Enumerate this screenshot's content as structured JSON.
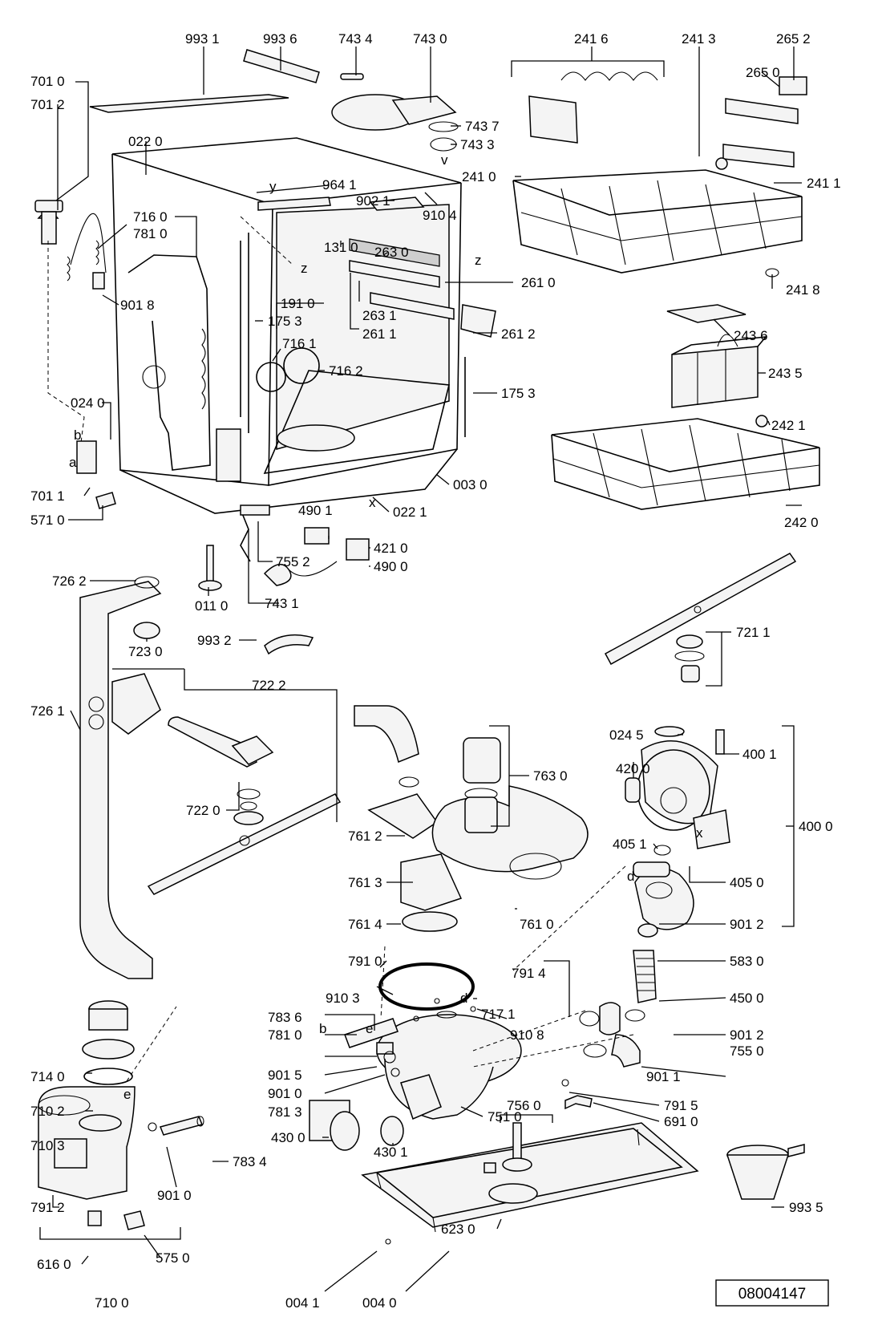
{
  "diagram_ref": "08004147",
  "letters": {
    "z": "z",
    "x": "x",
    "v": "v",
    "y": "y",
    "b": "b",
    "a": "a",
    "d": "d",
    "e": "e"
  },
  "labels": {
    "l_993_1": "993 1",
    "l_993_6": "993 6",
    "l_743_4": "743 4",
    "l_743_0": "743 0",
    "l_241_6": "241 6",
    "l_241_3": "241 3",
    "l_265_2": "265 2",
    "l_265_0": "265 0",
    "l_701_0": "701 0",
    "l_701_2": "701 2",
    "l_022_0": "022 0",
    "l_743_7": "743 7",
    "l_743_3": "743 3",
    "l_241_1": "241 1",
    "l_241_0": "241 0",
    "l_964_1": "964 1",
    "l_902_1": "902 1",
    "l_910_4": "910 4",
    "l_716_0": "716 0",
    "l_781_0a": "781 0",
    "l_131_0": "131 0",
    "l_263_0": "263 0",
    "l_241_8": "241 8",
    "l_261_0": "261 0",
    "l_901_8": "901 8",
    "l_191_0": "191 0",
    "l_175_3a": "175 3",
    "l_263_1": "263 1",
    "l_261_1": "261 1",
    "l_261_2": "261 2",
    "l_243_6": "243 6",
    "l_716_1": "716 1",
    "l_716_2": "716 2",
    "l_243_5": "243 5",
    "l_175_3b": "175 3",
    "l_024_0": "024 0",
    "l_242_1": "242 1",
    "l_003_0": "003 0",
    "l_701_1": "701 1",
    "l_571_0": "571 0",
    "l_022_1": "022 1",
    "l_490_1": "490 1",
    "l_421_0": "421 0",
    "l_490_0": "490 0",
    "l_242_0": "242 0",
    "l_726_2": "726 2",
    "l_755_2": "755 2",
    "l_011_0": "011 0",
    "l_743_1": "743 1",
    "l_721_1": "721 1",
    "l_723_0": "723 0",
    "l_993_2": "993 2",
    "l_722_2": "722 2",
    "l_726_1": "726 1",
    "l_024_5": "024 5",
    "l_400_1": "400 1",
    "l_763_0": "763 0",
    "l_420_0": "420 0",
    "l_722_0": "722 0",
    "l_400_0": "400 0",
    "l_761_2": "761 2",
    "l_405_1": "405 1",
    "l_761_3": "761 3",
    "l_405_0": "405 0",
    "l_761_4": "761 4",
    "l_761_0": "761 0",
    "l_901_2a": "901 2",
    "l_791_0": "791 0",
    "l_583_0": "583 0",
    "l_791_4": "791 4",
    "l_450_0": "450 0",
    "l_910_3": "910 3",
    "l_717_1": "717 1",
    "l_783_6": "783 6",
    "l_910_8": "910 8",
    "l_901_2b": "901 2",
    "l_781_0b": "781 0",
    "l_755_0": "755 0",
    "l_714_0": "714 0",
    "l_901_5": "901 5",
    "l_901_1": "901 1",
    "l_901_0a": "901 0",
    "l_710_2": "710 2",
    "l_781_3": "781 3",
    "l_791_5": "791 5",
    "l_751_0": "751 0",
    "l_691_0": "691 0",
    "l_710_3": "710 3",
    "l_430_0": "430 0",
    "l_430_1": "430 1",
    "l_783_4": "783 4",
    "l_756_0": "756 0",
    "l_901_0b": "901 0",
    "l_993_5": "993 5",
    "l_791_2": "791 2",
    "l_623_0": "623 0",
    "l_575_0": "575 0",
    "l_616_0": "616 0",
    "l_004_1": "004 1",
    "l_004_0": "004 0",
    "l_710_0": "710 0"
  }
}
